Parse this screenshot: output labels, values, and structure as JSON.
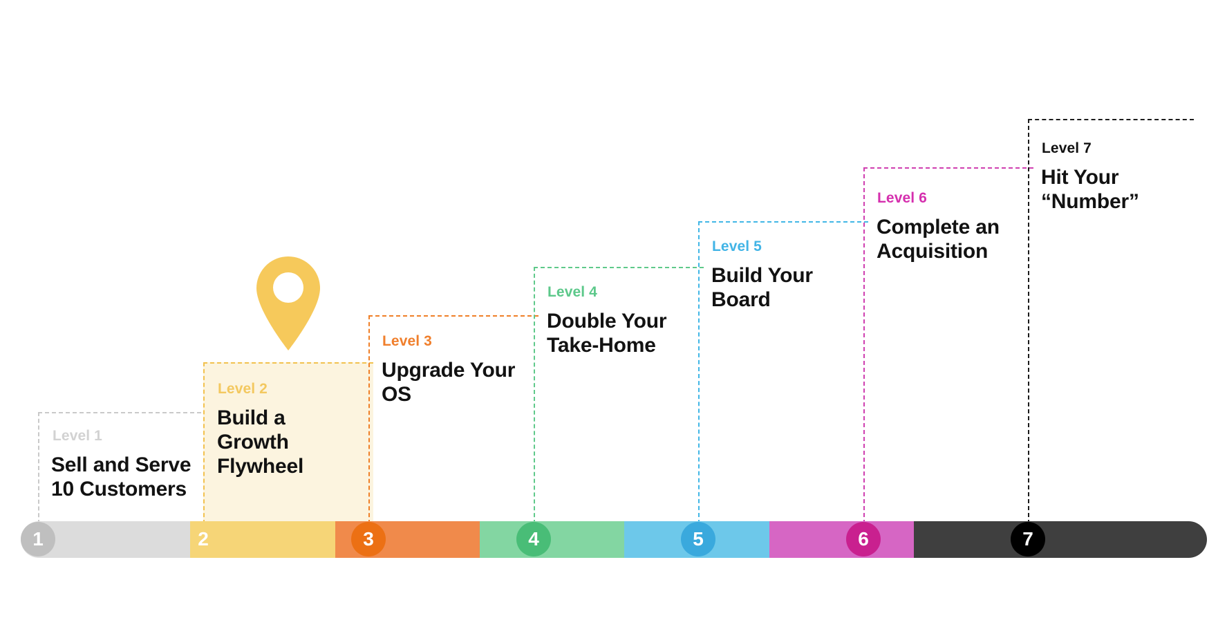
{
  "diagram": {
    "title": "Seven Level Growth Staircase",
    "marker": {
      "name": "current-position-pin",
      "at_level": 2,
      "color": "#f6c95b"
    },
    "steps": [
      {
        "label": "Level 1",
        "title": "Sell and Serve\n10 Customers",
        "number": "1",
        "border_color": "#c9c9c9",
        "label_color": "#d2d2d2",
        "node_color": "#bfbfbf",
        "bar_color": "#dcdcdc",
        "fill": "transparent"
      },
      {
        "label": "Level 2",
        "title": "Build a\nGrowth\nFlywheel",
        "number": "2",
        "border_color": "#f2c14e",
        "label_color": "#f3c85f",
        "node_color": "#f5c council",
        "bar_color": "#f6d577",
        "fill": "#fcf4df"
      },
      {
        "label": "Level 3",
        "title": "Upgrade Your\nOS",
        "number": "3",
        "border_color": "#ef7f27",
        "label_color": "#f07f2c",
        "node_color": "#ec7014",
        "bar_color": "#f08a4b",
        "fill": "transparent"
      },
      {
        "label": "Level 4",
        "title": "Double Your\nTake-Home",
        "number": "4",
        "border_color": "#5fc98a",
        "label_color": "#5cc88a",
        "node_color": "#49bd77",
        "bar_color": "#83d6a2",
        "fill": "transparent"
      },
      {
        "label": "Level 5",
        "title": "Build Your\nBoard",
        "number": "5",
        "border_color": "#41b6e6",
        "label_color": "#42b4e6",
        "node_color": "#3aa9dd",
        "bar_color": "#6dc8ea",
        "fill": "transparent"
      },
      {
        "label": "Level 6",
        "title": "Complete an\nAcquisition",
        "number": "6",
        "border_color": "#cf3fb0",
        "label_color": "#d52fae",
        "node_color": "#c9208f",
        "bar_color": "#d666c4",
        "fill": "transparent"
      },
      {
        "label": "Level 7",
        "title": "Hit Your\n“Number”",
        "number": "7",
        "border_color": "#1b1b1b",
        "label_color": "#121212",
        "node_color": "#000000",
        "bar_color": "#3f3f3f",
        "fill": "transparent"
      }
    ]
  }
}
